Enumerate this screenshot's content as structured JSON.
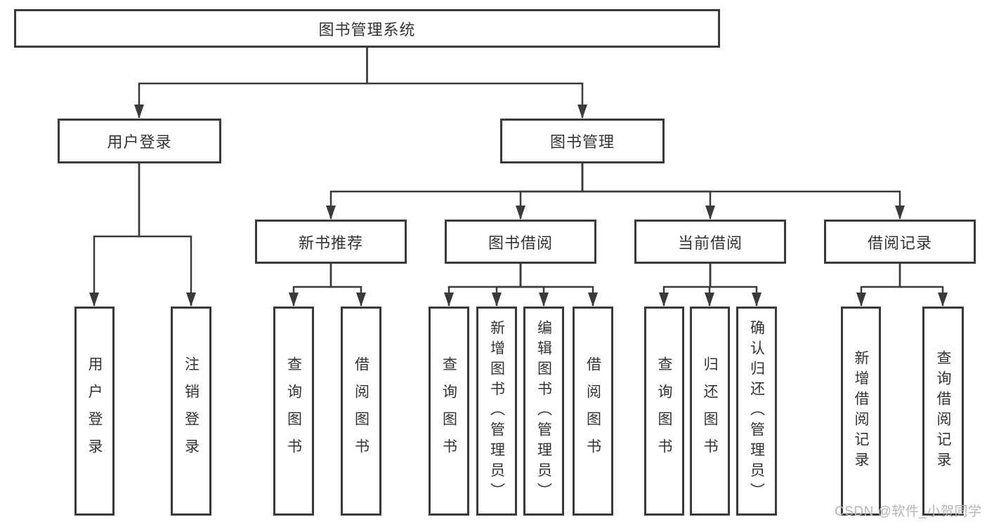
{
  "diagram": {
    "root": {
      "label": "图书管理系统"
    },
    "branches": [
      {
        "label": "用户登录",
        "children": [
          {
            "label": "用户登录"
          },
          {
            "label": "注销登录"
          }
        ]
      },
      {
        "label": "图书管理",
        "children": [
          {
            "label": "新书推荐",
            "children": [
              {
                "label": "查询图书"
              },
              {
                "label": "借阅图书"
              }
            ]
          },
          {
            "label": "图书借阅",
            "children": [
              {
                "label": "查询图书"
              },
              {
                "label": "新增图书（管理员）"
              },
              {
                "label": "编辑图书（管理员）"
              },
              {
                "label": "借阅图书"
              }
            ]
          },
          {
            "label": "当前借阅",
            "children": [
              {
                "label": "查询图书"
              },
              {
                "label": "归还图书"
              },
              {
                "label": "确认归还（管理员）"
              }
            ]
          },
          {
            "label": "借阅记录",
            "children": [
              {
                "label": "新增借阅记录"
              },
              {
                "label": "查询借阅记录"
              }
            ]
          }
        ]
      }
    ]
  },
  "watermark": {
    "text": "CSDN @软件_小贺同学"
  },
  "colors": {
    "line": "#3a3a3a",
    "text": "#333333",
    "watermark": "#b5b5b5"
  }
}
